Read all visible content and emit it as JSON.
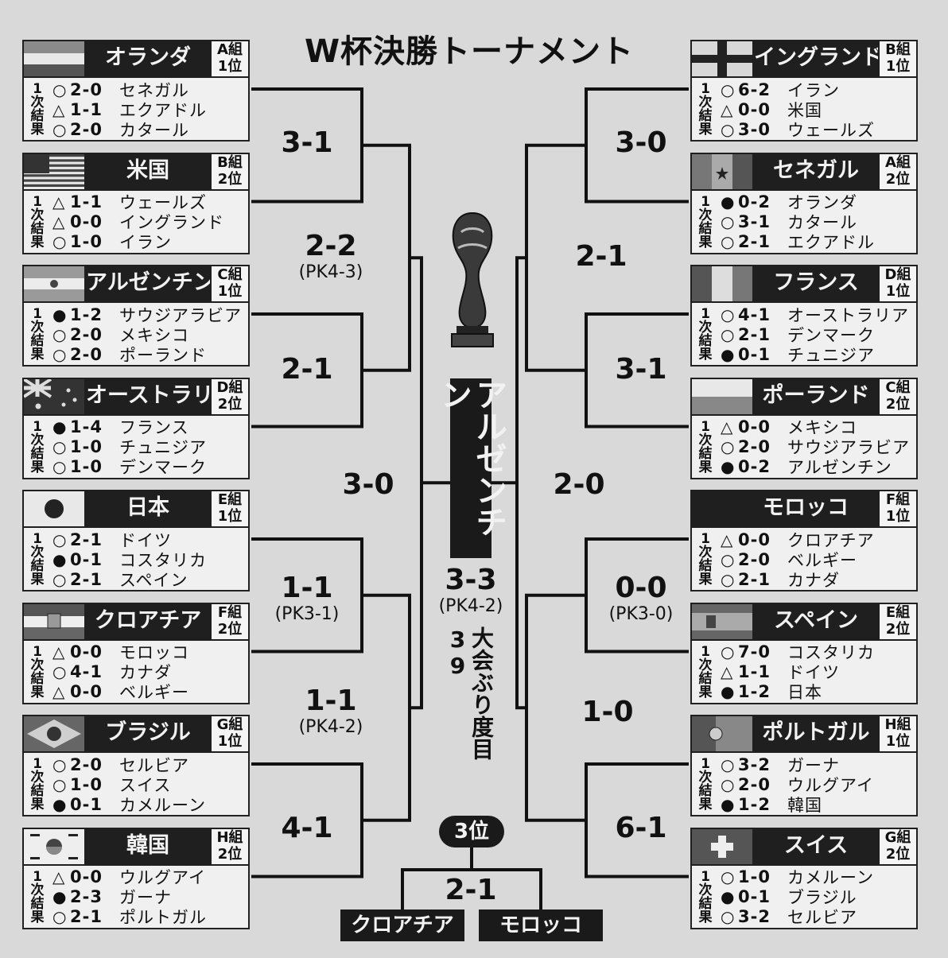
{
  "title": "W杯決勝トーナメント",
  "first_round_label": "1次結果",
  "left_teams": [
    {
      "name": "オランダ",
      "group": "A組",
      "rank": "1位",
      "flag": "netherlands",
      "results": [
        {
          "mark": "○",
          "score": "2-0",
          "opponent": "セネガル"
        },
        {
          "mark": "△",
          "score": "1-1",
          "opponent": "エクアドル"
        },
        {
          "mark": "○",
          "score": "2-0",
          "opponent": "カタール"
        }
      ]
    },
    {
      "name": "米国",
      "group": "B組",
      "rank": "2位",
      "flag": "usa",
      "results": [
        {
          "mark": "△",
          "score": "1-1",
          "opponent": "ウェールズ"
        },
        {
          "mark": "△",
          "score": "0-0",
          "opponent": "イングランド"
        },
        {
          "mark": "○",
          "score": "1-0",
          "opponent": "イラン"
        }
      ]
    },
    {
      "name": "アルゼンチン",
      "group": "C組",
      "rank": "1位",
      "flag": "argentina",
      "results": [
        {
          "mark": "●",
          "score": "1-2",
          "opponent": "サウジアラビア"
        },
        {
          "mark": "○",
          "score": "2-0",
          "opponent": "メキシコ"
        },
        {
          "mark": "○",
          "score": "2-0",
          "opponent": "ポーランド"
        }
      ]
    },
    {
      "name": "オーストラリア",
      "group": "D組",
      "rank": "2位",
      "flag": "australia",
      "results": [
        {
          "mark": "●",
          "score": "1-4",
          "opponent": "フランス"
        },
        {
          "mark": "○",
          "score": "1-0",
          "opponent": "チュニジア"
        },
        {
          "mark": "○",
          "score": "1-0",
          "opponent": "デンマーク"
        }
      ]
    },
    {
      "name": "日本",
      "group": "E組",
      "rank": "1位",
      "flag": "japan",
      "results": [
        {
          "mark": "○",
          "score": "2-1",
          "opponent": "ドイツ"
        },
        {
          "mark": "●",
          "score": "0-1",
          "opponent": "コスタリカ"
        },
        {
          "mark": "○",
          "score": "2-1",
          "opponent": "スペイン"
        }
      ]
    },
    {
      "name": "クロアチア",
      "group": "F組",
      "rank": "2位",
      "flag": "croatia",
      "results": [
        {
          "mark": "△",
          "score": "0-0",
          "opponent": "モロッコ"
        },
        {
          "mark": "○",
          "score": "4-1",
          "opponent": "カナダ"
        },
        {
          "mark": "△",
          "score": "0-0",
          "opponent": "ベルギー"
        }
      ]
    },
    {
      "name": "ブラジル",
      "group": "G組",
      "rank": "1位",
      "flag": "brazil",
      "results": [
        {
          "mark": "○",
          "score": "2-0",
          "opponent": "セルビア"
        },
        {
          "mark": "○",
          "score": "1-0",
          "opponent": "スイス"
        },
        {
          "mark": "●",
          "score": "0-1",
          "opponent": "カメルーン"
        }
      ]
    },
    {
      "name": "韓国",
      "group": "H組",
      "rank": "2位",
      "flag": "korea",
      "results": [
        {
          "mark": "△",
          "score": "0-0",
          "opponent": "ウルグアイ"
        },
        {
          "mark": "●",
          "score": "2-3",
          "opponent": "ガーナ"
        },
        {
          "mark": "○",
          "score": "2-1",
          "opponent": "ポルトガル"
        }
      ]
    }
  ],
  "right_teams": [
    {
      "name": "イングランド",
      "group": "B組",
      "rank": "1位",
      "flag": "england",
      "results": [
        {
          "mark": "○",
          "score": "6-2",
          "opponent": "イラン"
        },
        {
          "mark": "△",
          "score": "0-0",
          "opponent": "米国"
        },
        {
          "mark": "○",
          "score": "3-0",
          "opponent": "ウェールズ"
        }
      ]
    },
    {
      "name": "セネガル",
      "group": "A組",
      "rank": "2位",
      "flag": "senegal",
      "results": [
        {
          "mark": "●",
          "score": "0-2",
          "opponent": "オランダ"
        },
        {
          "mark": "○",
          "score": "3-1",
          "opponent": "カタール"
        },
        {
          "mark": "○",
          "score": "2-1",
          "opponent": "エクアドル"
        }
      ]
    },
    {
      "name": "フランス",
      "group": "D組",
      "rank": "1位",
      "flag": "france",
      "results": [
        {
          "mark": "○",
          "score": "4-1",
          "opponent": "オーストラリア"
        },
        {
          "mark": "○",
          "score": "2-1",
          "opponent": "デンマーク"
        },
        {
          "mark": "●",
          "score": "0-1",
          "opponent": "チュニジア"
        }
      ]
    },
    {
      "name": "ポーランド",
      "group": "C組",
      "rank": "2位",
      "flag": "poland",
      "results": [
        {
          "mark": "△",
          "score": "0-0",
          "opponent": "メキシコ"
        },
        {
          "mark": "○",
          "score": "2-0",
          "opponent": "サウジアラビア"
        },
        {
          "mark": "●",
          "score": "0-2",
          "opponent": "アルゼンチン"
        }
      ]
    },
    {
      "name": "モロッコ",
      "group": "F組",
      "rank": "1位",
      "flag": "none",
      "results": [
        {
          "mark": "△",
          "score": "0-0",
          "opponent": "クロアチア"
        },
        {
          "mark": "○",
          "score": "2-0",
          "opponent": "ベルギー"
        },
        {
          "mark": "○",
          "score": "2-1",
          "opponent": "カナダ"
        }
      ]
    },
    {
      "name": "スペイン",
      "group": "E組",
      "rank": "2位",
      "flag": "spain",
      "results": [
        {
          "mark": "○",
          "score": "7-0",
          "opponent": "コスタリカ"
        },
        {
          "mark": "△",
          "score": "1-1",
          "opponent": "ドイツ"
        },
        {
          "mark": "●",
          "score": "1-2",
          "opponent": "日本"
        }
      ]
    },
    {
      "name": "ポルトガル",
      "group": "H組",
      "rank": "1位",
      "flag": "portugal",
      "results": [
        {
          "mark": "○",
          "score": "3-2",
          "opponent": "ガーナ"
        },
        {
          "mark": "○",
          "score": "2-0",
          "opponent": "ウルグアイ"
        },
        {
          "mark": "●",
          "score": "1-2",
          "opponent": "韓国"
        }
      ]
    },
    {
      "name": "スイス",
      "group": "G組",
      "rank": "2位",
      "flag": "switzerland",
      "results": [
        {
          "mark": "○",
          "score": "1-0",
          "opponent": "カメルーン"
        },
        {
          "mark": "●",
          "score": "0-1",
          "opponent": "ブラジル"
        },
        {
          "mark": "○",
          "score": "3-2",
          "opponent": "セルビア"
        }
      ]
    }
  ],
  "round16_left": [
    {
      "score": "3-1",
      "pk": ""
    },
    {
      "score": "2-1",
      "pk": ""
    },
    {
      "score": "1-1",
      "pk": "(PK3-1)"
    },
    {
      "score": "4-1",
      "pk": ""
    }
  ],
  "round16_right": [
    {
      "score": "3-0",
      "pk": ""
    },
    {
      "score": "3-1",
      "pk": ""
    },
    {
      "score": "0-0",
      "pk": "(PK3-0)"
    },
    {
      "score": "6-1",
      "pk": ""
    }
  ],
  "quarter_left": [
    {
      "score": "2-2",
      "pk": "(PK4-3)"
    },
    {
      "score": "1-1",
      "pk": "(PK4-2)"
    }
  ],
  "quarter_right": [
    {
      "score": "2-1",
      "pk": ""
    },
    {
      "score": "1-0",
      "pk": ""
    }
  ],
  "semi_left": {
    "score": "3-0"
  },
  "semi_right": {
    "score": "2-0"
  },
  "final": {
    "champion": "アルゼンチン",
    "score": "3-3",
    "pk": "(PK4-2)",
    "note_a": "39",
    "note_b": "大会ぶり度目"
  },
  "third_place": {
    "label": "3位",
    "score": "2-1",
    "team_left": "クロアチア",
    "team_right": "モロッコ"
  }
}
